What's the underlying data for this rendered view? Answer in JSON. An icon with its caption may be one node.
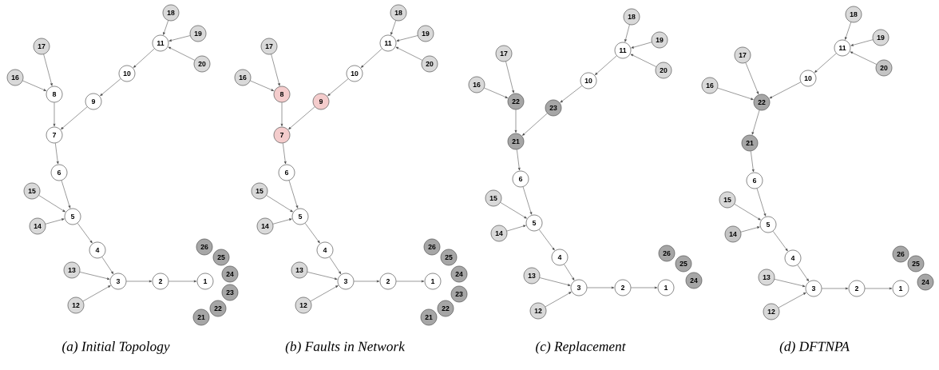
{
  "diagram": {
    "nodes": [
      {
        "text": [
          "1"
        ]
      },
      {
        "text": [
          "2"
        ]
      },
      {
        "text": [
          "3"
        ]
      },
      {
        "text": [
          "4"
        ]
      },
      {
        "text": [
          "5"
        ]
      },
      {
        "text": [
          "6"
        ]
      },
      {
        "text": [
          "7"
        ]
      },
      {
        "text": [
          "8"
        ]
      },
      {
        "text": [
          "9"
        ]
      },
      {
        "text": [
          "10"
        ]
      },
      {
        "text": [
          "11"
        ]
      },
      {
        "text": [
          "12"
        ]
      },
      {
        "text": [
          "13"
        ]
      },
      {
        "text": [
          "14"
        ]
      },
      {
        "text": [
          "15"
        ]
      },
      {
        "text": [
          "16"
        ]
      },
      {
        "text": [
          "17"
        ]
      },
      {
        "text": [
          "18"
        ]
      },
      {
        "text": [
          "19"
        ]
      },
      {
        "text": [
          "20"
        ]
      },
      {
        "text": [
          "21"
        ]
      },
      {
        "text": [
          "22"
        ]
      },
      {
        "text": [
          "23"
        ]
      },
      {
        "text": [
          "24"
        ]
      },
      {
        "text": [
          "25"
        ]
      },
      {
        "text": [
          "26"
        ]
      },
      {
        "text": [
          "1"
        ]
      },
      {
        "text": [
          "2"
        ]
      },
      {
        "text": [
          "3"
        ]
      },
      {
        "text": [
          "4"
        ]
      },
      {
        "text": [
          "5"
        ]
      },
      {
        "text": [
          "6"
        ]
      },
      {
        "text": [
          "7"
        ]
      },
      {
        "text": [
          "8"
        ]
      },
      {
        "text": [
          "9"
        ]
      },
      {
        "text": [
          "10"
        ]
      },
      {
        "text": [
          "11"
        ]
      },
      {
        "text": [
          "12"
        ]
      },
      {
        "text": [
          "13"
        ]
      },
      {
        "text": [
          "14"
        ]
      },
      {
        "text": [
          "15"
        ]
      },
      {
        "text": [
          "16"
        ]
      },
      {
        "text": [
          "17"
        ]
      },
      {
        "text": [
          "18"
        ]
      },
      {
        "text": [
          "19"
        ]
      },
      {
        "text": [
          "20"
        ]
      },
      {
        "text": [
          "21"
        ]
      },
      {
        "text": [
          "22"
        ]
      },
      {
        "text": [
          "23"
        ]
      },
      {
        "text": [
          "24"
        ]
      },
      {
        "text": [
          "25"
        ]
      },
      {
        "text": [
          "26"
        ]
      },
      {
        "text": [
          "1"
        ]
      },
      {
        "text": [
          "2"
        ]
      },
      {
        "text": [
          "3"
        ]
      },
      {
        "text": [
          "4"
        ]
      },
      {
        "text": [
          "5"
        ]
      },
      {
        "text": [
          "6"
        ]
      },
      {
        "text": [
          "10"
        ]
      },
      {
        "text": [
          "11"
        ]
      },
      {
        "text": [
          "12"
        ]
      },
      {
        "text": [
          "13"
        ]
      },
      {
        "text": [
          "14"
        ]
      },
      {
        "text": [
          "15"
        ]
      },
      {
        "text": [
          "16"
        ]
      },
      {
        "text": [
          "17"
        ]
      },
      {
        "text": [
          "18"
        ]
      },
      {
        "text": [
          "19"
        ]
      },
      {
        "text": [
          "20"
        ]
      },
      {
        "text": [
          "21"
        ]
      },
      {
        "text": [
          "22"
        ]
      },
      {
        "text": [
          "23"
        ]
      },
      {
        "text": [
          "24"
        ]
      },
      {
        "text": [
          "25"
        ]
      },
      {
        "text": [
          "26"
        ]
      },
      {
        "text": [
          "1"
        ]
      },
      {
        "text": [
          "2"
        ]
      },
      {
        "text": [
          "3"
        ]
      },
      {
        "text": [
          "4"
        ]
      },
      {
        "text": [
          "5"
        ]
      },
      {
        "text": [
          "6"
        ]
      },
      {
        "text": [
          "10"
        ]
      },
      {
        "text": [
          "11"
        ]
      },
      {
        "text": [
          "12"
        ]
      },
      {
        "text": [
          "13"
        ]
      },
      {
        "text": [
          "14"
        ]
      },
      {
        "text": [
          "15"
        ]
      },
      {
        "text": [
          "16"
        ]
      },
      {
        "text": [
          "17"
        ]
      },
      {
        "text": [
          "18"
        ]
      },
      {
        "text": [
          "19"
        ]
      },
      {
        "text": [
          "20"
        ]
      },
      {
        "text": [
          "21"
        ]
      },
      {
        "text": [
          "22"
        ]
      },
      {
        "text": [
          "24"
        ]
      },
      {
        "text": [
          "25"
        ]
      },
      {
        "text": [
          "26"
        ]
      }
    ],
    "edges": [
      {
        "from": 17,
        "to": 10,
        "arrow": "to"
      },
      {
        "from": 18,
        "to": 10,
        "arrow": "to"
      },
      {
        "from": 19,
        "to": 10,
        "arrow": "to"
      },
      {
        "from": 10,
        "to": 9,
        "arrow": "to"
      },
      {
        "from": 9,
        "to": 8,
        "arrow": "to"
      },
      {
        "from": 8,
        "to": 6,
        "arrow": "to"
      },
      {
        "from": 16,
        "to": 7,
        "arrow": "to"
      },
      {
        "from": 15,
        "to": 7,
        "arrow": "to"
      },
      {
        "from": 7,
        "to": 6,
        "arrow": "to"
      },
      {
        "from": 6,
        "to": 5,
        "arrow": "to"
      },
      {
        "from": 5,
        "to": 4,
        "arrow": "to"
      },
      {
        "from": 14,
        "to": 4,
        "arrow": "to"
      },
      {
        "from": 13,
        "to": 4,
        "arrow": "to"
      },
      {
        "from": 4,
        "to": 3,
        "arrow": "to"
      },
      {
        "from": 3,
        "to": 2,
        "arrow": "to"
      },
      {
        "from": 12,
        "to": 2,
        "arrow": "to"
      },
      {
        "from": 11,
        "to": 2,
        "arrow": "to"
      },
      {
        "from": 2,
        "to": 1,
        "arrow": "to"
      },
      {
        "from": 1,
        "to": 0,
        "arrow": "to"
      },
      {
        "from": 43,
        "to": 36,
        "arrow": "to"
      },
      {
        "from": 44,
        "to": 36,
        "arrow": "to"
      },
      {
        "from": 45,
        "to": 36,
        "arrow": "to"
      },
      {
        "from": 36,
        "to": 35,
        "arrow": "to"
      },
      {
        "from": 35,
        "to": 34,
        "arrow": "to"
      },
      {
        "from": 34,
        "to": 32,
        "arrow": "to"
      },
      {
        "from": 42,
        "to": 33,
        "arrow": "to"
      },
      {
        "from": 41,
        "to": 33,
        "arrow": "to"
      },
      {
        "from": 33,
        "to": 32,
        "arrow": "to"
      },
      {
        "from": 32,
        "to": 31,
        "arrow": "to"
      },
      {
        "from": 31,
        "to": 30,
        "arrow": "to"
      },
      {
        "from": 40,
        "to": 30,
        "arrow": "to"
      },
      {
        "from": 39,
        "to": 30,
        "arrow": "to"
      },
      {
        "from": 30,
        "to": 29,
        "arrow": "to"
      },
      {
        "from": 29,
        "to": 28,
        "arrow": "to"
      },
      {
        "from": 38,
        "to": 28,
        "arrow": "to"
      },
      {
        "from": 37,
        "to": 28,
        "arrow": "to"
      },
      {
        "from": 28,
        "to": 27,
        "arrow": "to"
      },
      {
        "from": 27,
        "to": 26,
        "arrow": "to"
      },
      {
        "from": 66,
        "to": 59,
        "arrow": "to"
      },
      {
        "from": 67,
        "to": 59,
        "arrow": "to"
      },
      {
        "from": 68,
        "to": 59,
        "arrow": "to"
      },
      {
        "from": 59,
        "to": 58,
        "arrow": "to"
      },
      {
        "from": 58,
        "to": 71,
        "arrow": "to"
      },
      {
        "from": 71,
        "to": 69,
        "arrow": "to"
      },
      {
        "from": 65,
        "to": 70,
        "arrow": "to"
      },
      {
        "from": 64,
        "to": 70,
        "arrow": "to"
      },
      {
        "from": 70,
        "to": 69,
        "arrow": "to"
      },
      {
        "from": 69,
        "to": 57,
        "arrow": "to"
      },
      {
        "from": 57,
        "to": 56,
        "arrow": "to"
      },
      {
        "from": 63,
        "to": 56,
        "arrow": "to"
      },
      {
        "from": 62,
        "to": 56,
        "arrow": "to"
      },
      {
        "from": 56,
        "to": 55,
        "arrow": "to"
      },
      {
        "from": 55,
        "to": 54,
        "arrow": "to"
      },
      {
        "from": 61,
        "to": 54,
        "arrow": "to"
      },
      {
        "from": 60,
        "to": 54,
        "arrow": "to"
      },
      {
        "from": 54,
        "to": 53,
        "arrow": "to"
      },
      {
        "from": 53,
        "to": 52,
        "arrow": "to"
      },
      {
        "from": 89,
        "to": 82,
        "arrow": "to"
      },
      {
        "from": 90,
        "to": 82,
        "arrow": "to"
      },
      {
        "from": 91,
        "to": 82,
        "arrow": "to"
      },
      {
        "from": 82,
        "to": 81,
        "arrow": "to"
      },
      {
        "from": 81,
        "to": 93,
        "arrow": "to"
      },
      {
        "from": 88,
        "to": 93,
        "arrow": "to"
      },
      {
        "from": 87,
        "to": 93,
        "arrow": "to"
      },
      {
        "from": 93,
        "to": 92,
        "arrow": "to"
      },
      {
        "from": 92,
        "to": 80,
        "arrow": "to"
      },
      {
        "from": 80,
        "to": 79,
        "arrow": "to"
      },
      {
        "from": 86,
        "to": 79,
        "arrow": "to"
      },
      {
        "from": 85,
        "to": 79,
        "arrow": "to"
      },
      {
        "from": 79,
        "to": 78,
        "arrow": "to"
      },
      {
        "from": 78,
        "to": 77,
        "arrow": "to"
      },
      {
        "from": 84,
        "to": 77,
        "arrow": "to"
      },
      {
        "from": 83,
        "to": 77,
        "arrow": "to"
      },
      {
        "from": 77,
        "to": 76,
        "arrow": "to"
      },
      {
        "from": 76,
        "to": 75,
        "arrow": "to"
      }
    ],
    "labels": [
      "(a) Initial Topology",
      "(b) Faults in Network",
      "(c) Replacement",
      "(d) DFTNPA"
    ]
  }
}
